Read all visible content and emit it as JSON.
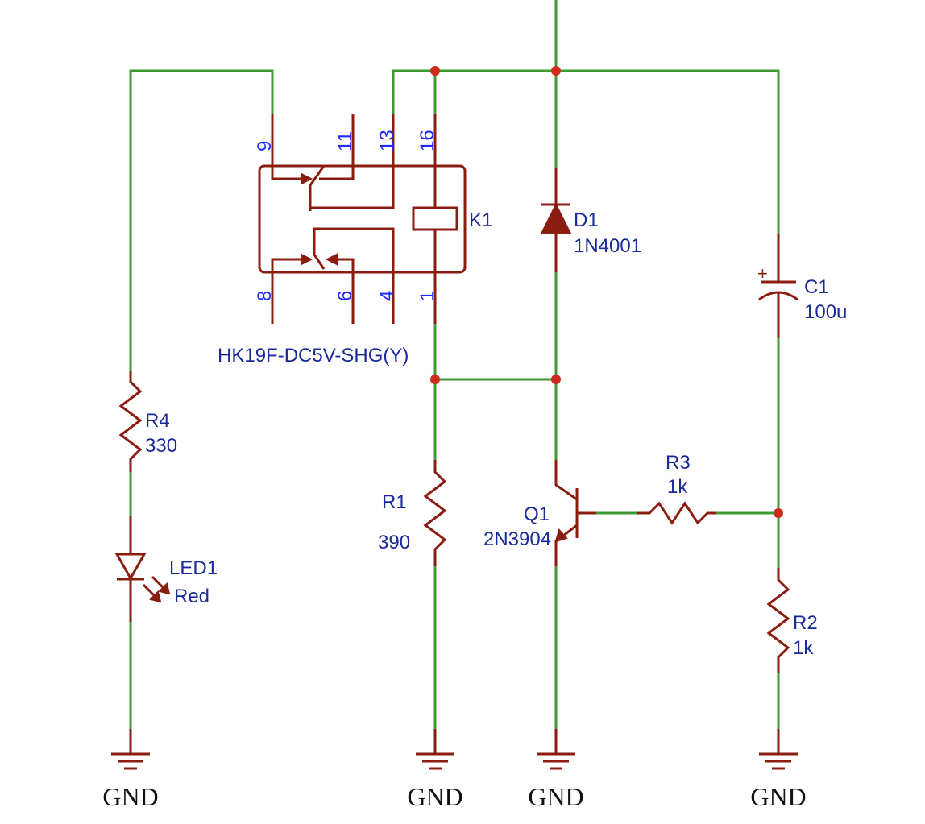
{
  "colors": {
    "wire": "#3c9a2e",
    "component": "#8b1d10",
    "junction": "#cf2a1c",
    "label": "#1b2a9a",
    "pin_number": "#1f2bff"
  },
  "relay": {
    "ref": "K1",
    "part": "HK19F-DC5V-SHG(Y)",
    "pins": {
      "p9": "9",
      "p11": "11",
      "p13": "13",
      "p16": "16",
      "p8": "8",
      "p6": "6",
      "p4": "4",
      "p1": "1"
    }
  },
  "diode": {
    "ref": "D1",
    "value": "1N4001"
  },
  "capacitor": {
    "ref": "C1",
    "value": "100u",
    "polarity": "+"
  },
  "r4": {
    "ref": "R4",
    "value": "330"
  },
  "r1": {
    "ref": "R1",
    "value": "390"
  },
  "r3": {
    "ref": "R3",
    "value": "1k"
  },
  "r2": {
    "ref": "R2",
    "value": "1k"
  },
  "q1": {
    "ref": "Q1",
    "value": "2N3904"
  },
  "led1": {
    "ref": "LED1",
    "value": "Red"
  },
  "grounds": {
    "g1": "GND",
    "g2": "GND",
    "g3": "GND",
    "g4": "GND"
  }
}
